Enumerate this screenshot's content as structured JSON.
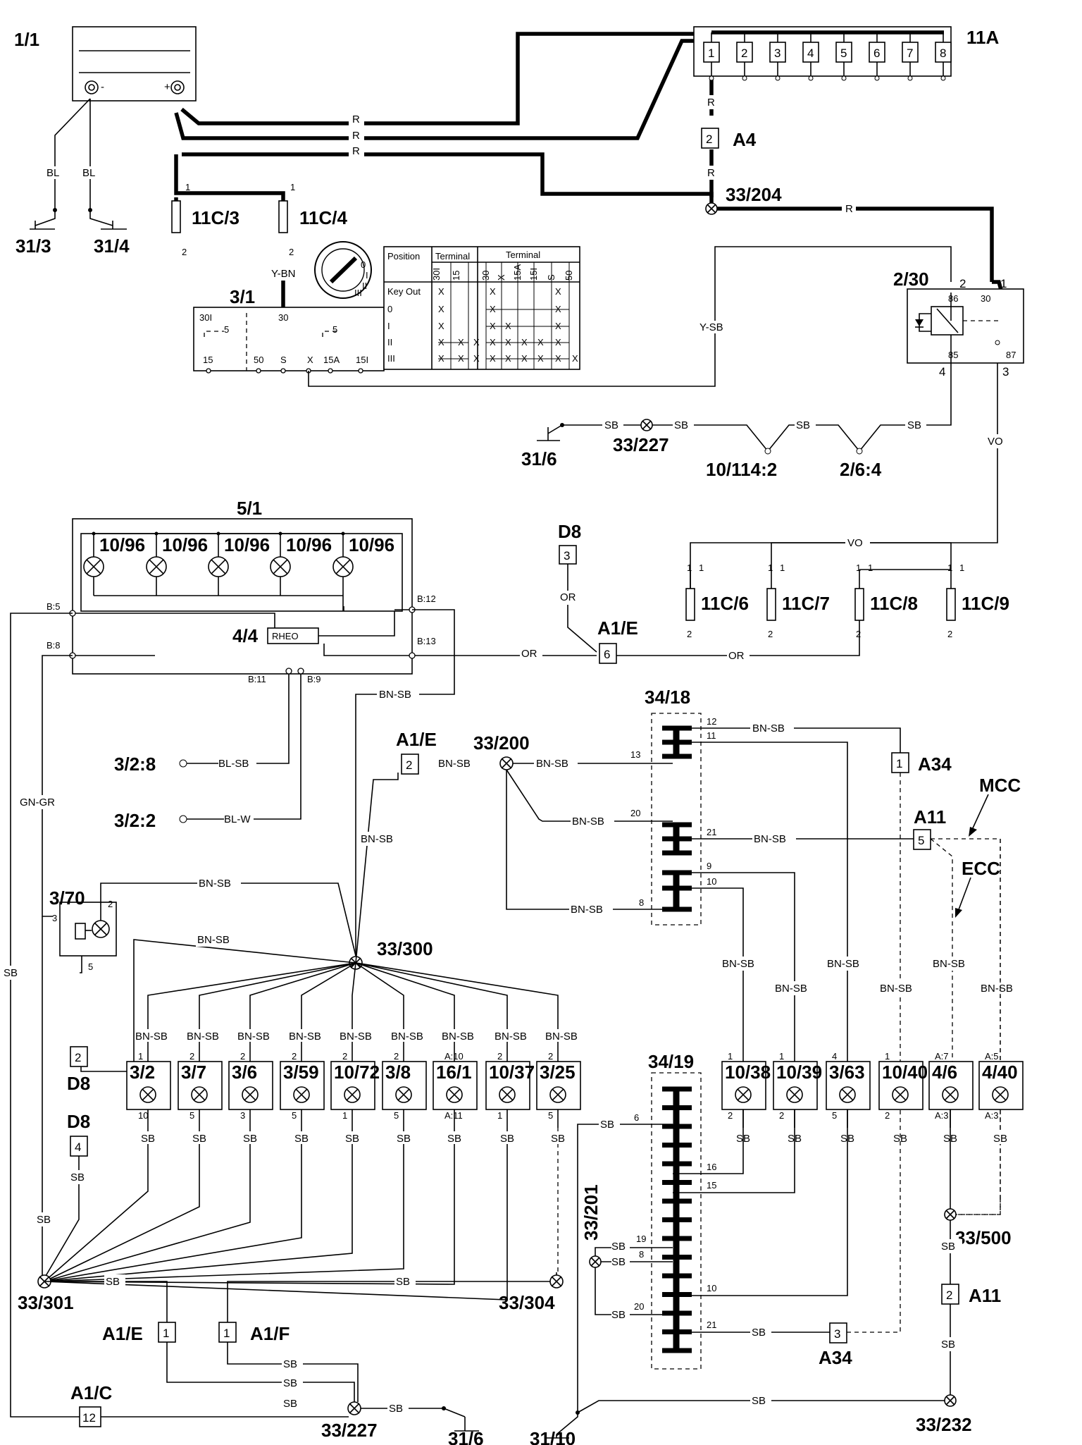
{
  "components": {
    "battery": "1/1",
    "fuse_box": "11A",
    "fuse_numbers": [
      "1",
      "2",
      "3",
      "4",
      "5",
      "6",
      "7",
      "8"
    ],
    "fuse_11c3": "11C/3",
    "fuse_11c4": "11C/4",
    "ignition_switch": "3/1",
    "relay": "2/30",
    "relay_pins": {
      "p86": "86",
      "p30": "30",
      "p85": "85",
      "p87": "87",
      "t2": "2",
      "t1": "1",
      "t4": "4",
      "t3": "3"
    },
    "lamp_panel": "5/1",
    "lamp_label": "10/96",
    "rheostat": "4/4",
    "rheostat_text": "RHEO",
    "switch_370": "3/70",
    "fuses_vo": [
      "11C/6",
      "11C/7",
      "11C/8",
      "11C/9"
    ],
    "bar_3418": "34/18",
    "bar_3419": "34/19",
    "mcc": "MCC",
    "ecc": "ECC"
  },
  "grounds": [
    "31/3",
    "31/4",
    "31/6",
    "31/6",
    "31/10"
  ],
  "junctions": {
    "j204": "33/204",
    "j227a": "33/227",
    "j227b": "33/227",
    "j200": "33/200",
    "j300": "33/300",
    "j301": "33/301",
    "j304": "33/304",
    "j201": "33/201",
    "j500": "33/500",
    "j232": "33/232"
  },
  "connectors": {
    "a4": {
      "pin": "2",
      "name": "A4"
    },
    "d8_top": {
      "pin": "3",
      "name": "D8"
    },
    "a1e_6": {
      "pin": "6",
      "name": "A1/E"
    },
    "a1e_2": {
      "pin": "2",
      "name": "A1/E"
    },
    "a34_1": {
      "pin": "1",
      "name": "A34"
    },
    "a11_5": {
      "pin": "5",
      "name": "A11"
    },
    "d8_2": {
      "pin": "2",
      "name": "D8"
    },
    "d8_4": {
      "pin": "4",
      "name": "D8"
    },
    "a1e_1": {
      "pin": "1",
      "name": "A1/E"
    },
    "a1f_1": {
      "pin": "1",
      "name": "A1/F"
    },
    "a1c_12": {
      "pin": "12",
      "name": "A1/C"
    },
    "a34_3": {
      "pin": "3",
      "name": "A34"
    },
    "a11_2": {
      "pin": "2",
      "name": "A11"
    }
  },
  "refs": {
    "r1011442": "10/114:2",
    "r264": "2/6:4",
    "r328": "3/2:8",
    "r322": "3/2:2"
  },
  "wire_colors": {
    "R": "R",
    "BL": "BL",
    "YBN": "Y-BN",
    "YSB": "Y-SB",
    "SB": "SB",
    "VO": "VO",
    "OR": "OR",
    "BNSB": "BN-SB",
    "BLSB": "BL-SB",
    "BLW": "BL-W",
    "GNGR": "GN-GR"
  },
  "pins": {
    "b5": "B:5",
    "b8": "B:8",
    "b12": "B:12",
    "b13": "B:13",
    "b11": "B:11",
    "b9": "B:9",
    "p1": "1",
    "p2": "2",
    "p3": "3",
    "p4": "4",
    "p5": "5",
    "p6": "6",
    "p8": "8",
    "p9": "9",
    "p10": "10",
    "p11": "11",
    "p12": "12",
    "p13": "13",
    "p15": "15",
    "p16": "16",
    "p19": "19",
    "p20": "20",
    "p21": "21",
    "a10": "A:10",
    "a11": "A:11",
    "a7": "A:7",
    "a3": "A:3",
    "a5": "A:5"
  },
  "ignition": {
    "t30i": "30I",
    "t5": "5",
    "t30": "30",
    "t15": "15",
    "t50": "50",
    "tS": "S",
    "tX": "X",
    "t15A": "15A",
    "t15I": "15I",
    "table_position": "Position",
    "table_terminal": "Terminal",
    "rows": [
      "Key Out",
      "0",
      "I",
      "II",
      "III"
    ],
    "cols_a": [
      "30I",
      "15"
    ],
    "cols_b": [
      "30",
      "X",
      "15A",
      "15I",
      "S",
      "50"
    ],
    "mark": "X"
  },
  "loads_top_row": [
    {
      "name": "3/2",
      "top": "1",
      "bottom": "10"
    },
    {
      "name": "3/7",
      "top": "2",
      "bottom": "5"
    },
    {
      "name": "3/6",
      "top": "2",
      "bottom": "3"
    },
    {
      "name": "3/59",
      "top": "2",
      "bottom": "5"
    },
    {
      "name": "10/72",
      "top": "2",
      "bottom": "1"
    },
    {
      "name": "3/8",
      "top": "2",
      "bottom": "5"
    },
    {
      "name": "16/1",
      "top": "A:10",
      "bottom": "A:11"
    },
    {
      "name": "10/37",
      "top": "2",
      "bottom": "1"
    },
    {
      "name": "3/25",
      "top": "2",
      "bottom": "5"
    }
  ],
  "loads_right_row": [
    {
      "name": "10/38",
      "top": "1",
      "bottom": "2"
    },
    {
      "name": "10/39",
      "top": "1",
      "bottom": "2"
    },
    {
      "name": "3/63",
      "top": "4",
      "bottom": "5"
    },
    {
      "name": "10/40",
      "top": "1",
      "bottom": "2"
    },
    {
      "name": "4/6",
      "top": "A:7",
      "bottom": "A:3"
    },
    {
      "name": "4/40",
      "top": "A:5",
      "bottom": "A:3"
    }
  ]
}
